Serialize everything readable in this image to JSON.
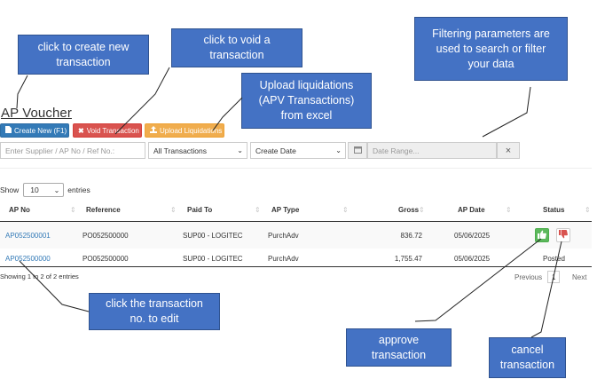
{
  "callouts": {
    "create": "click to create new transaction",
    "void": "click to void a transaction",
    "filter": "Filtering parameters are used to search or filter your data",
    "upload": "Upload liquidations (APV Transactions) from excel",
    "edit": "click the transaction no. to edit",
    "approve": "approve transaction",
    "cancel": "cancel transaction"
  },
  "page": {
    "title": "AP Voucher"
  },
  "toolbar": {
    "create_label": "Create New (F1)",
    "void_label": "Void Transaction",
    "upload_label": "Upload Liquidations"
  },
  "filters": {
    "search_placeholder": "Enter Supplier / AP No / Ref No.:",
    "transactions_value": "All Transactions",
    "date_type_value": "Create Date",
    "date_range_placeholder": "Date Range...",
    "clear_label": "×"
  },
  "table_controls": {
    "show_label": "Show",
    "page_size": "10",
    "entries_label": "entries"
  },
  "table": {
    "columns": [
      "AP No",
      "Reference",
      "Paid To",
      "AP Type",
      "Gross",
      "AP Date",
      "Status"
    ],
    "rows": [
      {
        "ap_no": "AP052500001",
        "reference": "PO052500000",
        "paid_to": "SUP00 - LOGITEC",
        "ap_type": "PurchAdv",
        "gross": "836.72",
        "ap_date": "05/06/2025",
        "status": ""
      },
      {
        "ap_no": "AP052500000",
        "reference": "PO052500000",
        "paid_to": "SUP00 - LOGITEC",
        "ap_type": "PurchAdv",
        "gross": "1,755.47",
        "ap_date": "05/06/2025",
        "status": "Posted"
      }
    ]
  },
  "footer": {
    "info": "Showing 1 to 2 of 2 entries",
    "previous": "Previous",
    "current_page": "1",
    "next": "Next"
  },
  "colors": {
    "callout": "#4472c4",
    "primary": "#337ab7",
    "danger": "#d9534f",
    "warning": "#f0ad4e",
    "success": "#5cb85c"
  },
  "icons": {
    "create": "file-icon",
    "void": "times-icon",
    "upload": "upload-icon",
    "calendar": "calendar-icon",
    "approve": "thumbs-up-icon",
    "cancel": "thumbs-down-icon"
  }
}
